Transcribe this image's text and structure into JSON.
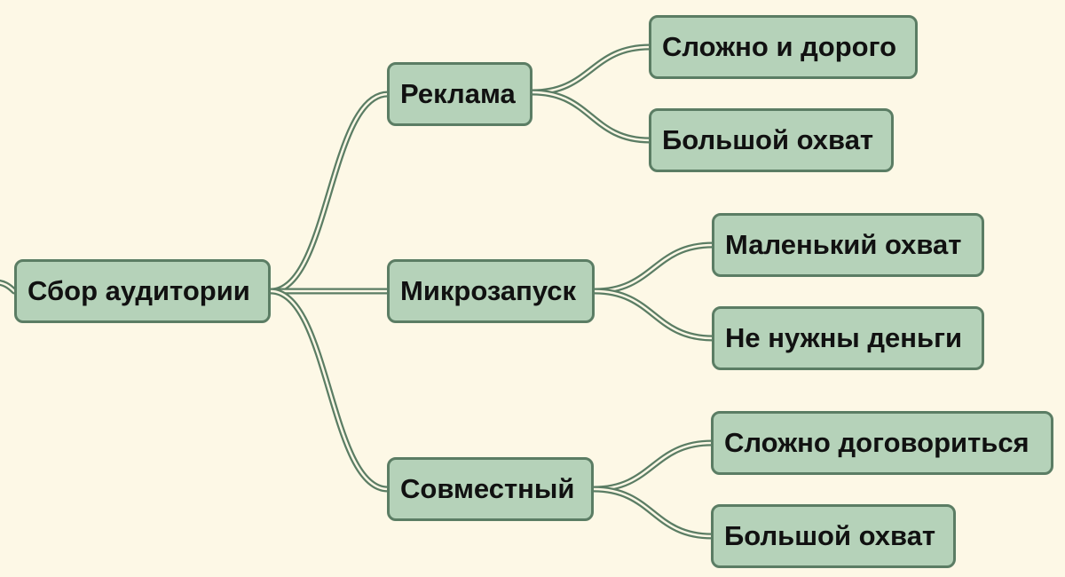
{
  "colors": {
    "background": "#fdf8e6",
    "node_fill": "#b5d2b9",
    "node_border": "#5b7d64",
    "link": "#5b7d64",
    "text": "#111111"
  },
  "mindmap": {
    "root": {
      "label": "Сбор аудитории",
      "children": [
        {
          "label": "Реклама",
          "children": [
            {
              "label": "Сложно и дорого"
            },
            {
              "label": "Большой охват"
            }
          ]
        },
        {
          "label": "Микрозапуск",
          "children": [
            {
              "label": "Маленький охват"
            },
            {
              "label": "Не нужны деньги"
            }
          ]
        },
        {
          "label": "Совместный",
          "children": [
            {
              "label": "Сложно договориться"
            },
            {
              "label": "Большой охват"
            }
          ]
        }
      ]
    }
  }
}
